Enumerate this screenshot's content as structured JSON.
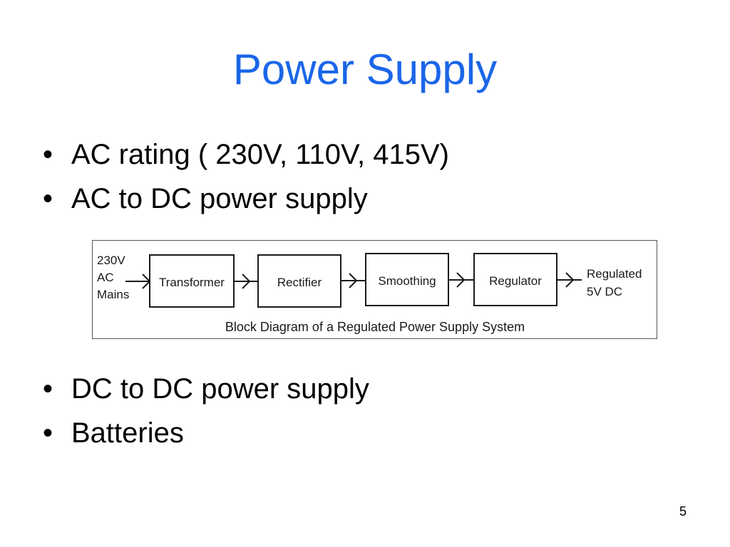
{
  "slide": {
    "title": "Power Supply",
    "page_number": "5"
  },
  "bullets_top": [
    {
      "marker": "•",
      "text": "AC rating ( 230V, 110V, 415V)"
    },
    {
      "marker": "•",
      "text": "AC to DC power supply"
    }
  ],
  "diagram": {
    "input_label": [
      "230V",
      "AC",
      "Mains"
    ],
    "blocks": [
      "Transformer",
      "Rectifier",
      "Smoothing",
      "Regulator"
    ],
    "output_label": [
      "Regulated",
      "5V DC"
    ],
    "caption": "Block Diagram of a Regulated Power Supply System"
  },
  "bullets_bottom": [
    {
      "marker": "•",
      "text": "DC to DC power supply"
    },
    {
      "marker": "•",
      "text": "Batteries"
    }
  ],
  "colors": {
    "title": "#1a66e8",
    "text": "#000000",
    "diagram_stroke": "#1a1a1a"
  }
}
